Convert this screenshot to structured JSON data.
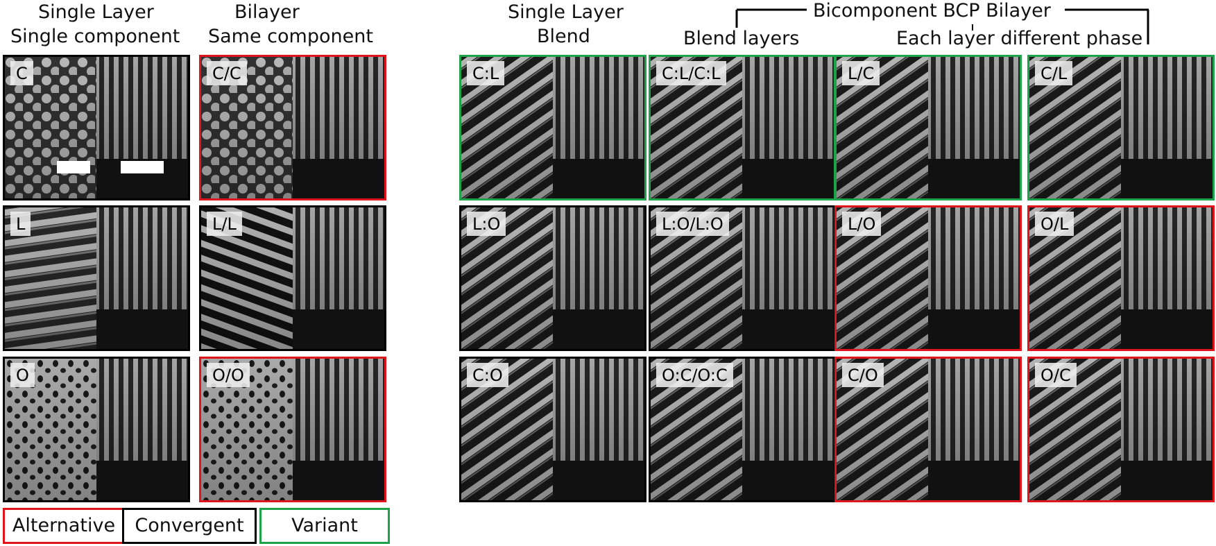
{
  "headers": {
    "col1_line1": "Single Layer",
    "col1_line2": "Single  component",
    "col2_line1": "Bilayer",
    "col2_line2": "Same  component",
    "col3_line1": "Single Layer",
    "col3_line2": "Blend",
    "bracket_title": "Bicomponent BCP Bilayer",
    "col4": "Blend layers",
    "col56": "Each layer different phase"
  },
  "colors": {
    "alternative": "#e0151b",
    "convergent": "#000000",
    "variant": "#1ea34a"
  },
  "legend": [
    {
      "label": "Alternative",
      "category": "alternative"
    },
    {
      "label": "Convergent",
      "category": "convergent"
    },
    {
      "label": "Variant",
      "category": "variant"
    }
  ],
  "tiles": [
    {
      "label": "C",
      "category": "convergent",
      "pattern": "cylinders",
      "scalebars": true
    },
    {
      "label": "C/C",
      "category": "alternative",
      "pattern": "cylinders",
      "scalebars": false
    },
    {
      "label": "C:L",
      "category": "variant",
      "pattern": "stripes",
      "scalebars": false
    },
    {
      "label": "C:L/C:L",
      "category": "variant",
      "pattern": "stripes",
      "scalebars": false
    },
    {
      "label": "L/C",
      "category": "variant",
      "pattern": "stripes",
      "scalebars": false
    },
    {
      "label": "C/L",
      "category": "variant",
      "pattern": "stripes",
      "scalebars": false
    },
    {
      "label": "L",
      "category": "convergent",
      "pattern": "lamellae",
      "scalebars": false
    },
    {
      "label": "L/L",
      "category": "convergent",
      "pattern": "fingerprint",
      "scalebars": false
    },
    {
      "label": "L:O",
      "category": "convergent",
      "pattern": "stripes",
      "scalebars": false
    },
    {
      "label": "L:O/L:O",
      "category": "convergent",
      "pattern": "stripes",
      "scalebars": false
    },
    {
      "label": "L/O",
      "category": "alternative",
      "pattern": "stripes",
      "scalebars": false
    },
    {
      "label": "O/L",
      "category": "alternative",
      "pattern": "stripes",
      "scalebars": false
    },
    {
      "label": "O",
      "category": "convergent",
      "pattern": "porous",
      "scalebars": false
    },
    {
      "label": "O/O",
      "category": "alternative",
      "pattern": "porous",
      "scalebars": false
    },
    {
      "label": "C:O",
      "category": "convergent",
      "pattern": "stripes",
      "scalebars": false
    },
    {
      "label": "O:C/O:C",
      "category": "convergent",
      "pattern": "stripes",
      "scalebars": false
    },
    {
      "label": "C/O",
      "category": "alternative",
      "pattern": "stripes",
      "scalebars": false
    },
    {
      "label": "O/C",
      "category": "alternative",
      "pattern": "stripes",
      "scalebars": false
    }
  ]
}
